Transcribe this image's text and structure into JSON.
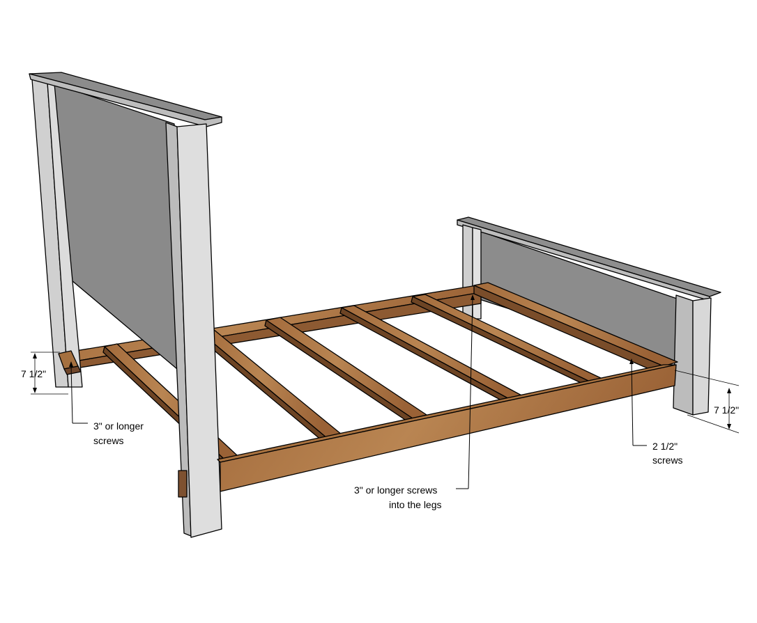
{
  "annotations": {
    "left_height": "7 1/2\"",
    "right_height": "7 1/2\"",
    "left_screws_line1": "3\" or longer",
    "left_screws_line2": "screws",
    "center_screws_line1": "3\" or longer screws",
    "center_screws_line2": "into the legs",
    "right_screws_line1": "2 1/2\"",
    "right_screws_line2": "screws"
  },
  "colors": {
    "panel": "#8c8c8c",
    "panel_dark": "#7a7a7a",
    "cap_top": "#909090",
    "post_light": "#d9d9d9",
    "post_mid": "#bfbfbf",
    "wood_light": "#b27a4a",
    "wood_mid": "#8f5e35",
    "wood_dark": "#5a3a1e",
    "background": "#ffffff"
  }
}
